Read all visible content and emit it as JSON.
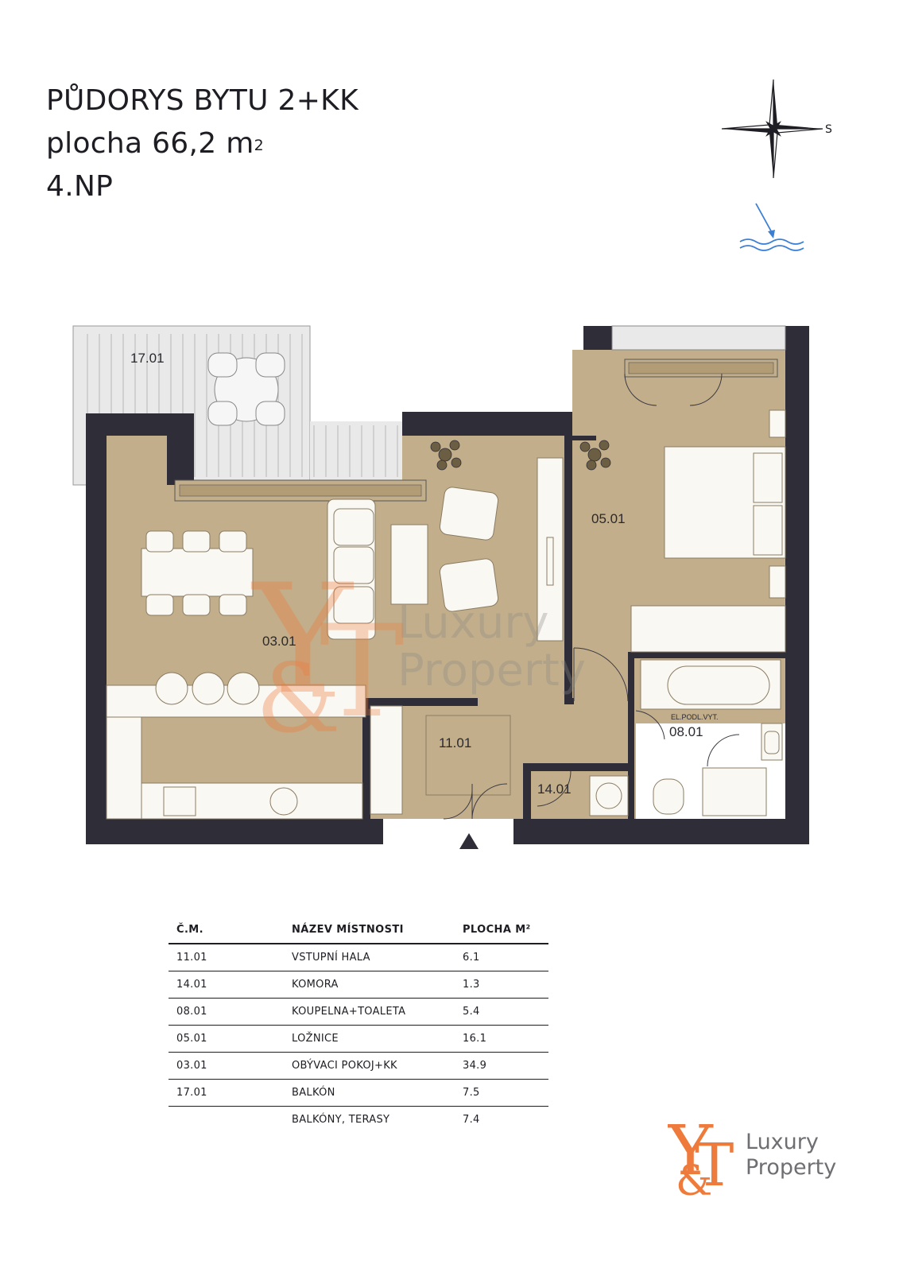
{
  "title": {
    "line1": "PŮDORYS BYTU 2+KK",
    "line2_prefix": "plocha 66,2 m",
    "line2_sup": "2",
    "line3": "4.NP"
  },
  "compass": {
    "letter": "S"
  },
  "rooms_on_plan": {
    "balcony": "17.01",
    "living": "03.01",
    "bedroom": "05.01",
    "hall": "11.01",
    "storage": "14.01",
    "bathroom": "08.01",
    "bathroom_note": "EL.PODL.VYT."
  },
  "watermark": {
    "line1": "Luxury",
    "line2": "Property"
  },
  "table": {
    "headers": [
      "Č.M.",
      "NÁZEV MÍSTNOSTI",
      "PLOCHA M²"
    ],
    "rows": [
      [
        "11.01",
        "VSTUPNÍ HALA",
        "6.1"
      ],
      [
        "14.01",
        "KOMORA",
        "1.3"
      ],
      [
        "08.01",
        "KOUPELNA+TOALETA",
        "5.4"
      ],
      [
        "05.01",
        "LOŽNICE",
        "16.1"
      ],
      [
        "03.01",
        "OBÝVACI POKOJ+KK",
        "34.9"
      ],
      [
        "17.01",
        "BALKÓN",
        "7.5"
      ],
      [
        "",
        "BALKÓNY, TERASY",
        "7.4"
      ]
    ]
  },
  "logo": {
    "line1": "Luxury",
    "line2": "Property"
  },
  "colors": {
    "wall": "#2f2e38",
    "floor": "#c2ae8a",
    "balcony": "#e8e8e8",
    "furniture": "#faf8f3",
    "brand_orange": "#ee7a3b",
    "water_blue": "#3a7fd5"
  }
}
